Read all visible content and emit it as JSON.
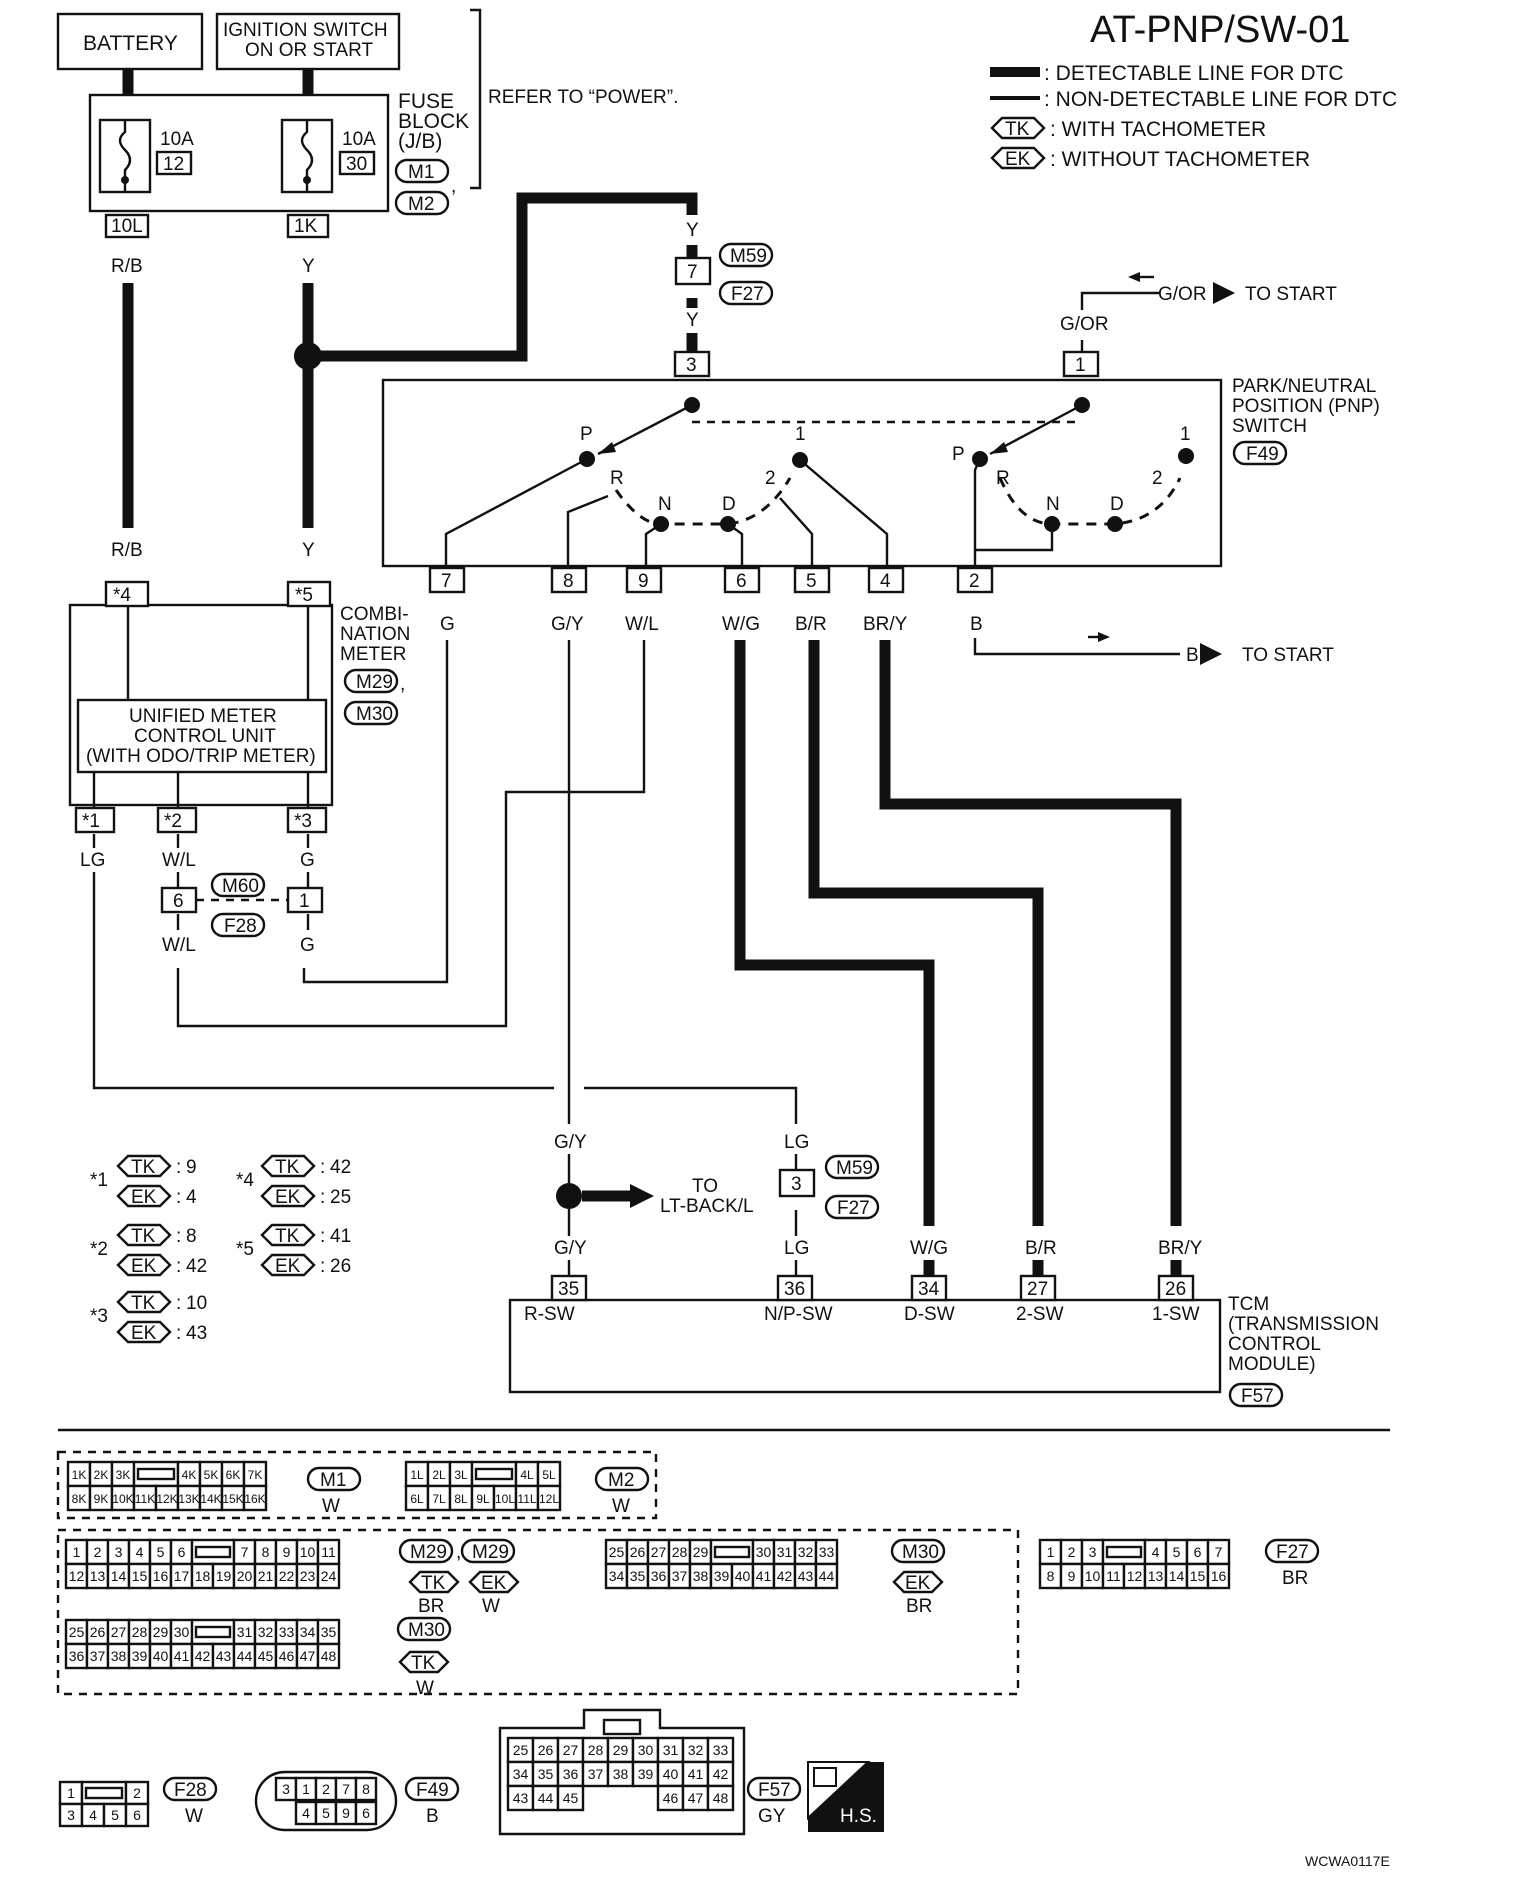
{
  "title": "AT-PNP/SW-01",
  "footer_code": "WCWA0117E",
  "legend": {
    "detectable": ": DETECTABLE LINE FOR DTC",
    "nondetectable": ": NON-DETECTABLE LINE FOR DTC",
    "tk_code": "TK",
    "tk_text": ": WITH TACHOMETER",
    "ek_code": "EK",
    "ek_text": ": WITHOUT TACHOMETER"
  },
  "power": {
    "battery": "BATTERY",
    "ign_line1": "IGNITION SWITCH",
    "ign_line2": "ON OR START",
    "refer": "REFER TO “POWER”.",
    "fuse_block_1": "FUSE",
    "fuse_block_2": "BLOCK",
    "fuse_block_3": "(J/B)",
    "conn_m1": "M1",
    "conn_m2": "M2",
    "fuse1_amp": "10A",
    "fuse1_num": "12",
    "fuse2_amp": "10A",
    "fuse2_num": "30",
    "term_10l": "10L",
    "term_1k": "1K"
  },
  "wires": {
    "rb": "R/B",
    "y": "Y",
    "gor": "G/OR",
    "g": "G",
    "gy": "G/Y",
    "wl": "W/L",
    "wg": "W/G",
    "br": "B/R",
    "bry": "BR/Y",
    "b": "B",
    "lg": "LG"
  },
  "junction": {
    "m59": "M59",
    "f27": "F27",
    "pin7": "7",
    "m60": "M60",
    "f28": "F28",
    "pin6": "6",
    "pin1": "1",
    "pin3": "3"
  },
  "to_start_1": "G/OR",
  "to_start_1b": "TO START",
  "to_start_2": "B",
  "to_start_2b": "TO START",
  "pnp": {
    "label1": "PARK/NEUTRAL",
    "label2": "POSITION (PNP)",
    "label3": "SWITCH",
    "conn": "F49",
    "pin_top_left": "3",
    "pin_top_right": "1",
    "pos_p": "P",
    "pos_r": "R",
    "pos_n": "N",
    "pos_d": "D",
    "pos_2": "2",
    "pos_1": "1",
    "bottom_pins": [
      "7",
      "8",
      "9",
      "6",
      "5",
      "4",
      "2"
    ]
  },
  "meter": {
    "label1": "COMBI-",
    "label2": "NATION",
    "label3": "METER",
    "conn1": "M29",
    "conn2": "M30",
    "unit1": "UNIFIED METER",
    "unit2": "CONTROL UNIT",
    "unit3": "(WITH ODO/TRIP METER)",
    "pin4": "*4",
    "pin5": "*5",
    "pin1": "*1",
    "pin2": "*2",
    "pin3": "*3"
  },
  "to_lt_back_1": "TO",
  "to_lt_back_2": "LT-BACK/L",
  "tcm": {
    "label1": "TCM",
    "label2": "(TRANSMISSION",
    "label3": "CONTROL",
    "label4": "MODULE)",
    "conn": "F57",
    "pins": [
      "35",
      "36",
      "34",
      "27",
      "26"
    ],
    "sw": [
      "R-SW",
      "N/P-SW",
      "D-SW",
      "2-SW",
      "1-SW"
    ]
  },
  "footnotes": [
    {
      "star": "*1",
      "tk": "9",
      "ek": "4"
    },
    {
      "star": "*2",
      "tk": "8",
      "ek": "42"
    },
    {
      "star": "*3",
      "tk": "10",
      "ek": "43"
    },
    {
      "star": "*4",
      "tk": "42",
      "ek": "25"
    },
    {
      "star": "*5",
      "tk": "41",
      "ek": "26"
    }
  ],
  "connectors": {
    "m1_top": [
      "1K",
      "2K",
      "3K",
      "",
      "4K",
      "5K",
      "6K",
      "7K"
    ],
    "m1_bot": [
      "8K",
      "9K",
      "10K",
      "11K",
      "12K",
      "13K",
      "14K",
      "15K",
      "16K"
    ],
    "m1_name": "M1",
    "m1_color": "W",
    "m2_top": [
      "1L",
      "2L",
      "3L",
      "",
      "4L",
      "5L"
    ],
    "m2_bot": [
      "6L",
      "7L",
      "8L",
      "9L",
      "10L",
      "11L",
      "12L"
    ],
    "m2_name": "M2",
    "m2_color": "W",
    "m29_top": [
      "1",
      "2",
      "3",
      "4",
      "5",
      "6",
      "",
      "7",
      "8",
      "9",
      "10",
      "11"
    ],
    "m29_bot": [
      "12",
      "13",
      "14",
      "15",
      "16",
      "17",
      "18",
      "19",
      "20",
      "21",
      "22",
      "23",
      "24"
    ],
    "m29a_name": "M29",
    "m29a_color": "BR",
    "m29b_name": "M29",
    "m29b_color": "W",
    "m30_top": [
      "25",
      "26",
      "27",
      "28",
      "29",
      "",
      "30",
      "31",
      "32",
      "33"
    ],
    "m30_bot": [
      "34",
      "35",
      "36",
      "37",
      "38",
      "39",
      "40",
      "41",
      "42",
      "43",
      "44"
    ],
    "m30_name": "M30",
    "m30_color": "BR",
    "m30b_top": [
      "25",
      "26",
      "27",
      "28",
      "29",
      "30",
      "",
      "31",
      "32",
      "33",
      "34",
      "35"
    ],
    "m30b_bot": [
      "36",
      "37",
      "38",
      "39",
      "40",
      "41",
      "42",
      "43",
      "44",
      "45",
      "46",
      "47",
      "48"
    ],
    "m30b_name": "M30",
    "m30b_color": "W",
    "f27_top": [
      "1",
      "2",
      "3",
      "",
      "4",
      "5",
      "6",
      "7"
    ],
    "f27_bot": [
      "8",
      "9",
      "10",
      "11",
      "12",
      "13",
      "14",
      "15",
      "16"
    ],
    "f27_name": "F27",
    "f27_color": "BR",
    "f28_top": [
      "1",
      "",
      "2"
    ],
    "f28_bot": [
      "3",
      "4",
      "5",
      "6"
    ],
    "f28_name": "F28",
    "f28_color": "W",
    "f49_top": [
      "3",
      "1",
      "2",
      "7",
      "8"
    ],
    "f49_bot": [
      "4",
      "5",
      "9",
      "6"
    ],
    "f49_name": "F49",
    "f49_color": "B",
    "f57_top": [
      "25",
      "26",
      "27",
      "28",
      "29",
      "30",
      "31",
      "32",
      "33"
    ],
    "f57_mid": [
      "34",
      "35",
      "36",
      "37",
      "38",
      "39",
      "40",
      "41",
      "42"
    ],
    "f57_bot": [
      "43",
      "44",
      "45",
      "46",
      "47",
      "48"
    ],
    "f57_name": "F57",
    "f57_color": "GY",
    "hs": "H.S."
  }
}
